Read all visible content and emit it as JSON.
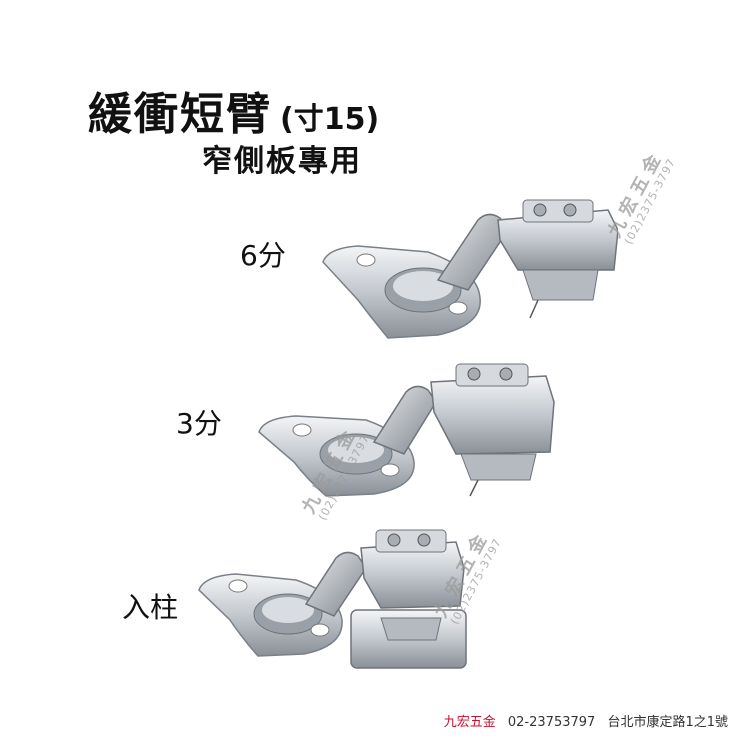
{
  "title": "緩衝短臂",
  "title_size": "(寸15)",
  "subtitle": "窄側板專用",
  "variants": [
    {
      "label": "6分"
    },
    {
      "label": "3分"
    },
    {
      "label": "入柱"
    }
  ],
  "watermark": {
    "name": "九宏五金",
    "phone": "(02)2375-3797"
  },
  "footer": {
    "shop": "九宏五金",
    "phone": "02-23753797",
    "address": "台北市康定路1之1號"
  },
  "colors": {
    "metal_light": "#eef0f2",
    "metal_mid": "#b9bec4",
    "metal_dark": "#6e747b",
    "footer_shop": "#c8102e"
  }
}
